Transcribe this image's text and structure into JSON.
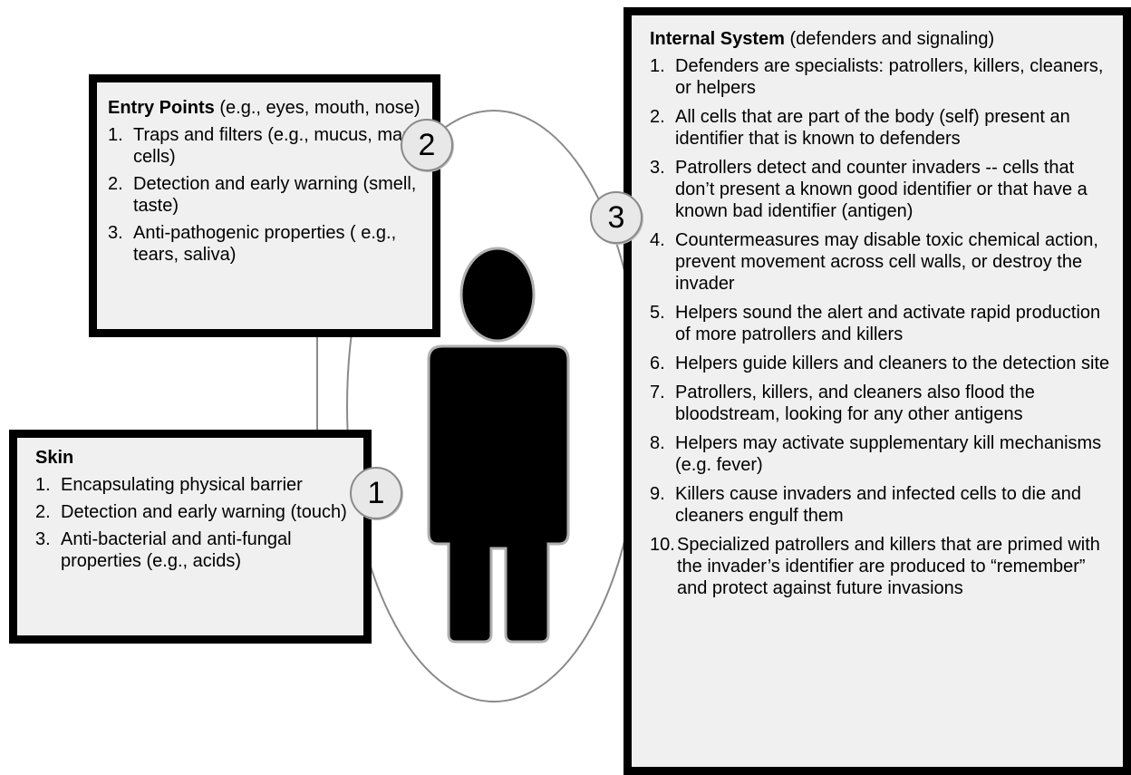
{
  "entry_points": {
    "title_bold": "Entry Points",
    "title_rest": " (e.g., eyes, mouth, nose)",
    "items": [
      {
        "num": "1.",
        "text": "Traps and filters (e.g., mucus, mast cells)"
      },
      {
        "num": "2.",
        "text": "Detection and early warning (smell, taste)"
      },
      {
        "num": "3.",
        "text": "Anti-pathogenic properties ( e.g., tears, saliva)"
      }
    ]
  },
  "skin": {
    "title_bold": "Skin",
    "items": [
      {
        "num": "1.",
        "text": "Encapsulating physical barrier"
      },
      {
        "num": "2.",
        "text": "Detection and early warning (touch)"
      },
      {
        "num": "3.",
        "text": "Anti-bacterial and anti-fungal properties (e.g., acids)"
      }
    ]
  },
  "internal_system": {
    "title_bold": "Internal System",
    "title_rest": " (defenders and signaling)",
    "items": [
      {
        "num": "1.",
        "text": "Defenders are specialists: patrollers, killers, cleaners, or helpers"
      },
      {
        "num": "2.",
        "text": "All cells that are part of the body (self) present an identifier that is known to defenders"
      },
      {
        "num": "3.",
        "text": "Patrollers detect and counter invaders -- cells that don’t present a known good identifier or that have a known bad identifier (antigen)"
      },
      {
        "num": "4.",
        "text": "Countermeasures may disable toxic chemical action, prevent movement across cell walls, or destroy the invader"
      },
      {
        "num": "5.",
        "text": "Helpers sound the alert and activate rapid production of more patrollers and killers"
      },
      {
        "num": "6.",
        "text": "Helpers guide killers and cleaners to the detection site"
      },
      {
        "num": "7.",
        "text": "Patrollers, killers, and cleaners also flood the bloodstream, looking for any other antigens"
      },
      {
        "num": "8.",
        "text": "Helpers may activate supplementary kill mechanisms (e.g. fever)"
      },
      {
        "num": "9.",
        "text": "Killers cause invaders and infected cells to die and cleaners engulf them"
      },
      {
        "num": "10.",
        "text": "Specialized patrollers and killers that are primed with the invader’s identifier are produced to “remember” and protect against future invasions"
      }
    ]
  },
  "badges": {
    "one": "1",
    "two": "2",
    "three": "3"
  },
  "colors": {
    "box_fill": "#f0f0f0",
    "box_border": "#000000",
    "badge_fill": "#e8e8e8",
    "connector": "#8a8a8a",
    "figure": "#000000"
  },
  "figure_icon": "person-silhouette-icon"
}
